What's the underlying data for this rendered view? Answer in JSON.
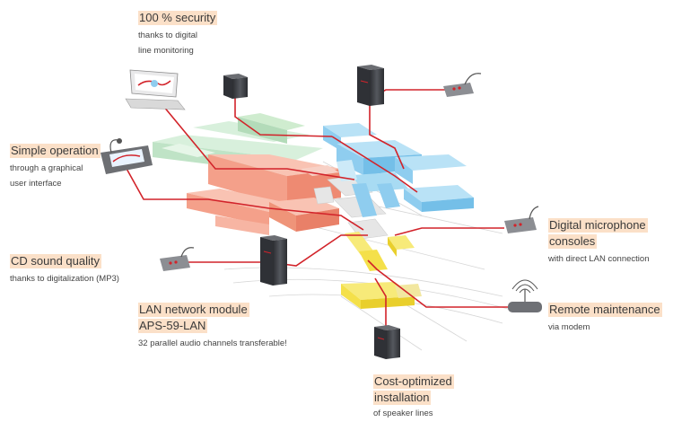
{
  "features": [
    {
      "id": "security",
      "title": [
        "100 % security"
      ],
      "subtitle": [
        "thanks to digital",
        "line monitoring"
      ]
    },
    {
      "id": "simple",
      "title": [
        "Simple operation"
      ],
      "subtitle": [
        "through a graphical",
        "user interface"
      ]
    },
    {
      "id": "cd",
      "title": [
        "CD sound quality"
      ],
      "subtitle": [
        "thanks to digitalization (MP3)"
      ]
    },
    {
      "id": "lan",
      "title": [
        "LAN network module",
        "APS-59-LAN"
      ],
      "subtitle": [
        "32 parallel audio channels transferable!"
      ]
    },
    {
      "id": "mic",
      "title": [
        "Digital microphone",
        "consoles"
      ],
      "subtitle": [
        "with direct LAN connection"
      ]
    },
    {
      "id": "remote",
      "title": [
        "Remote maintenance"
      ],
      "subtitle": [
        "via modem"
      ]
    },
    {
      "id": "cost",
      "title": [
        "Cost-optimized",
        "installation"
      ],
      "subtitle": [
        "of speaker lines"
      ]
    }
  ],
  "colors": {
    "title_bg": "#fbe0c8",
    "line": "#d2232a",
    "zone_green": "#bfe3c6",
    "zone_red": "#f4a08a",
    "zone_blue": "#8fcdef",
    "zone_yellow": "#f4e04a",
    "device": "#3f4147"
  },
  "icons": [
    "computer-icon",
    "touch-panel-icon",
    "microphone-console-icon",
    "server-rack-icon",
    "modem-icon"
  ]
}
